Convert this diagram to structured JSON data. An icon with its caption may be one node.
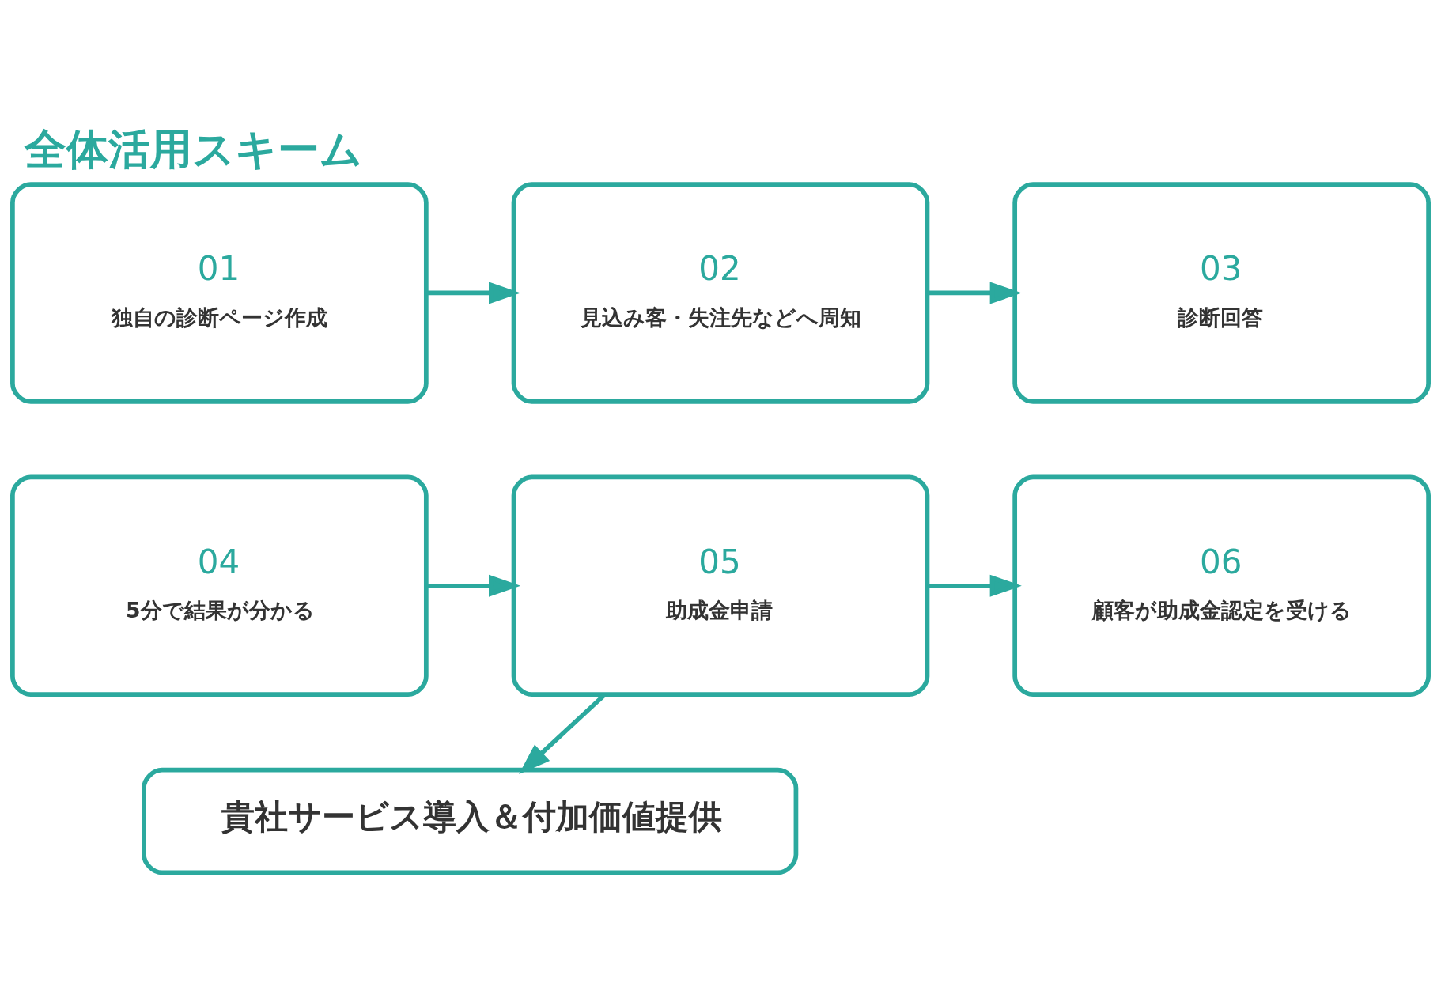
{
  "diagram": {
    "title": "全体活用スキーム",
    "nodes": [
      {
        "text": [
          "01",
          "独自の診断ページ作成"
        ]
      },
      {
        "text": [
          "02",
          "見込み客・失注先などへ周知"
        ]
      },
      {
        "text": [
          "03",
          "診断回答"
        ]
      },
      {
        "text": [
          "04",
          "5分で結果が分かる"
        ]
      },
      {
        "text": [
          "05",
          "助成金申請"
        ]
      },
      {
        "text": [
          "06",
          "顧客が助成金認定を受ける"
        ]
      },
      {
        "text": [
          "貴社サービス導入＆付加価値提供"
        ]
      }
    ],
    "edges": [
      {
        "from": 0,
        "to": 1,
        "arrow": "to"
      },
      {
        "from": 1,
        "to": 2,
        "arrow": "to"
      },
      {
        "from": 3,
        "to": 4,
        "arrow": "to"
      },
      {
        "from": 4,
        "to": 5,
        "arrow": "to"
      },
      {
        "from": 4,
        "to": 6,
        "arrow": "to"
      }
    ]
  }
}
